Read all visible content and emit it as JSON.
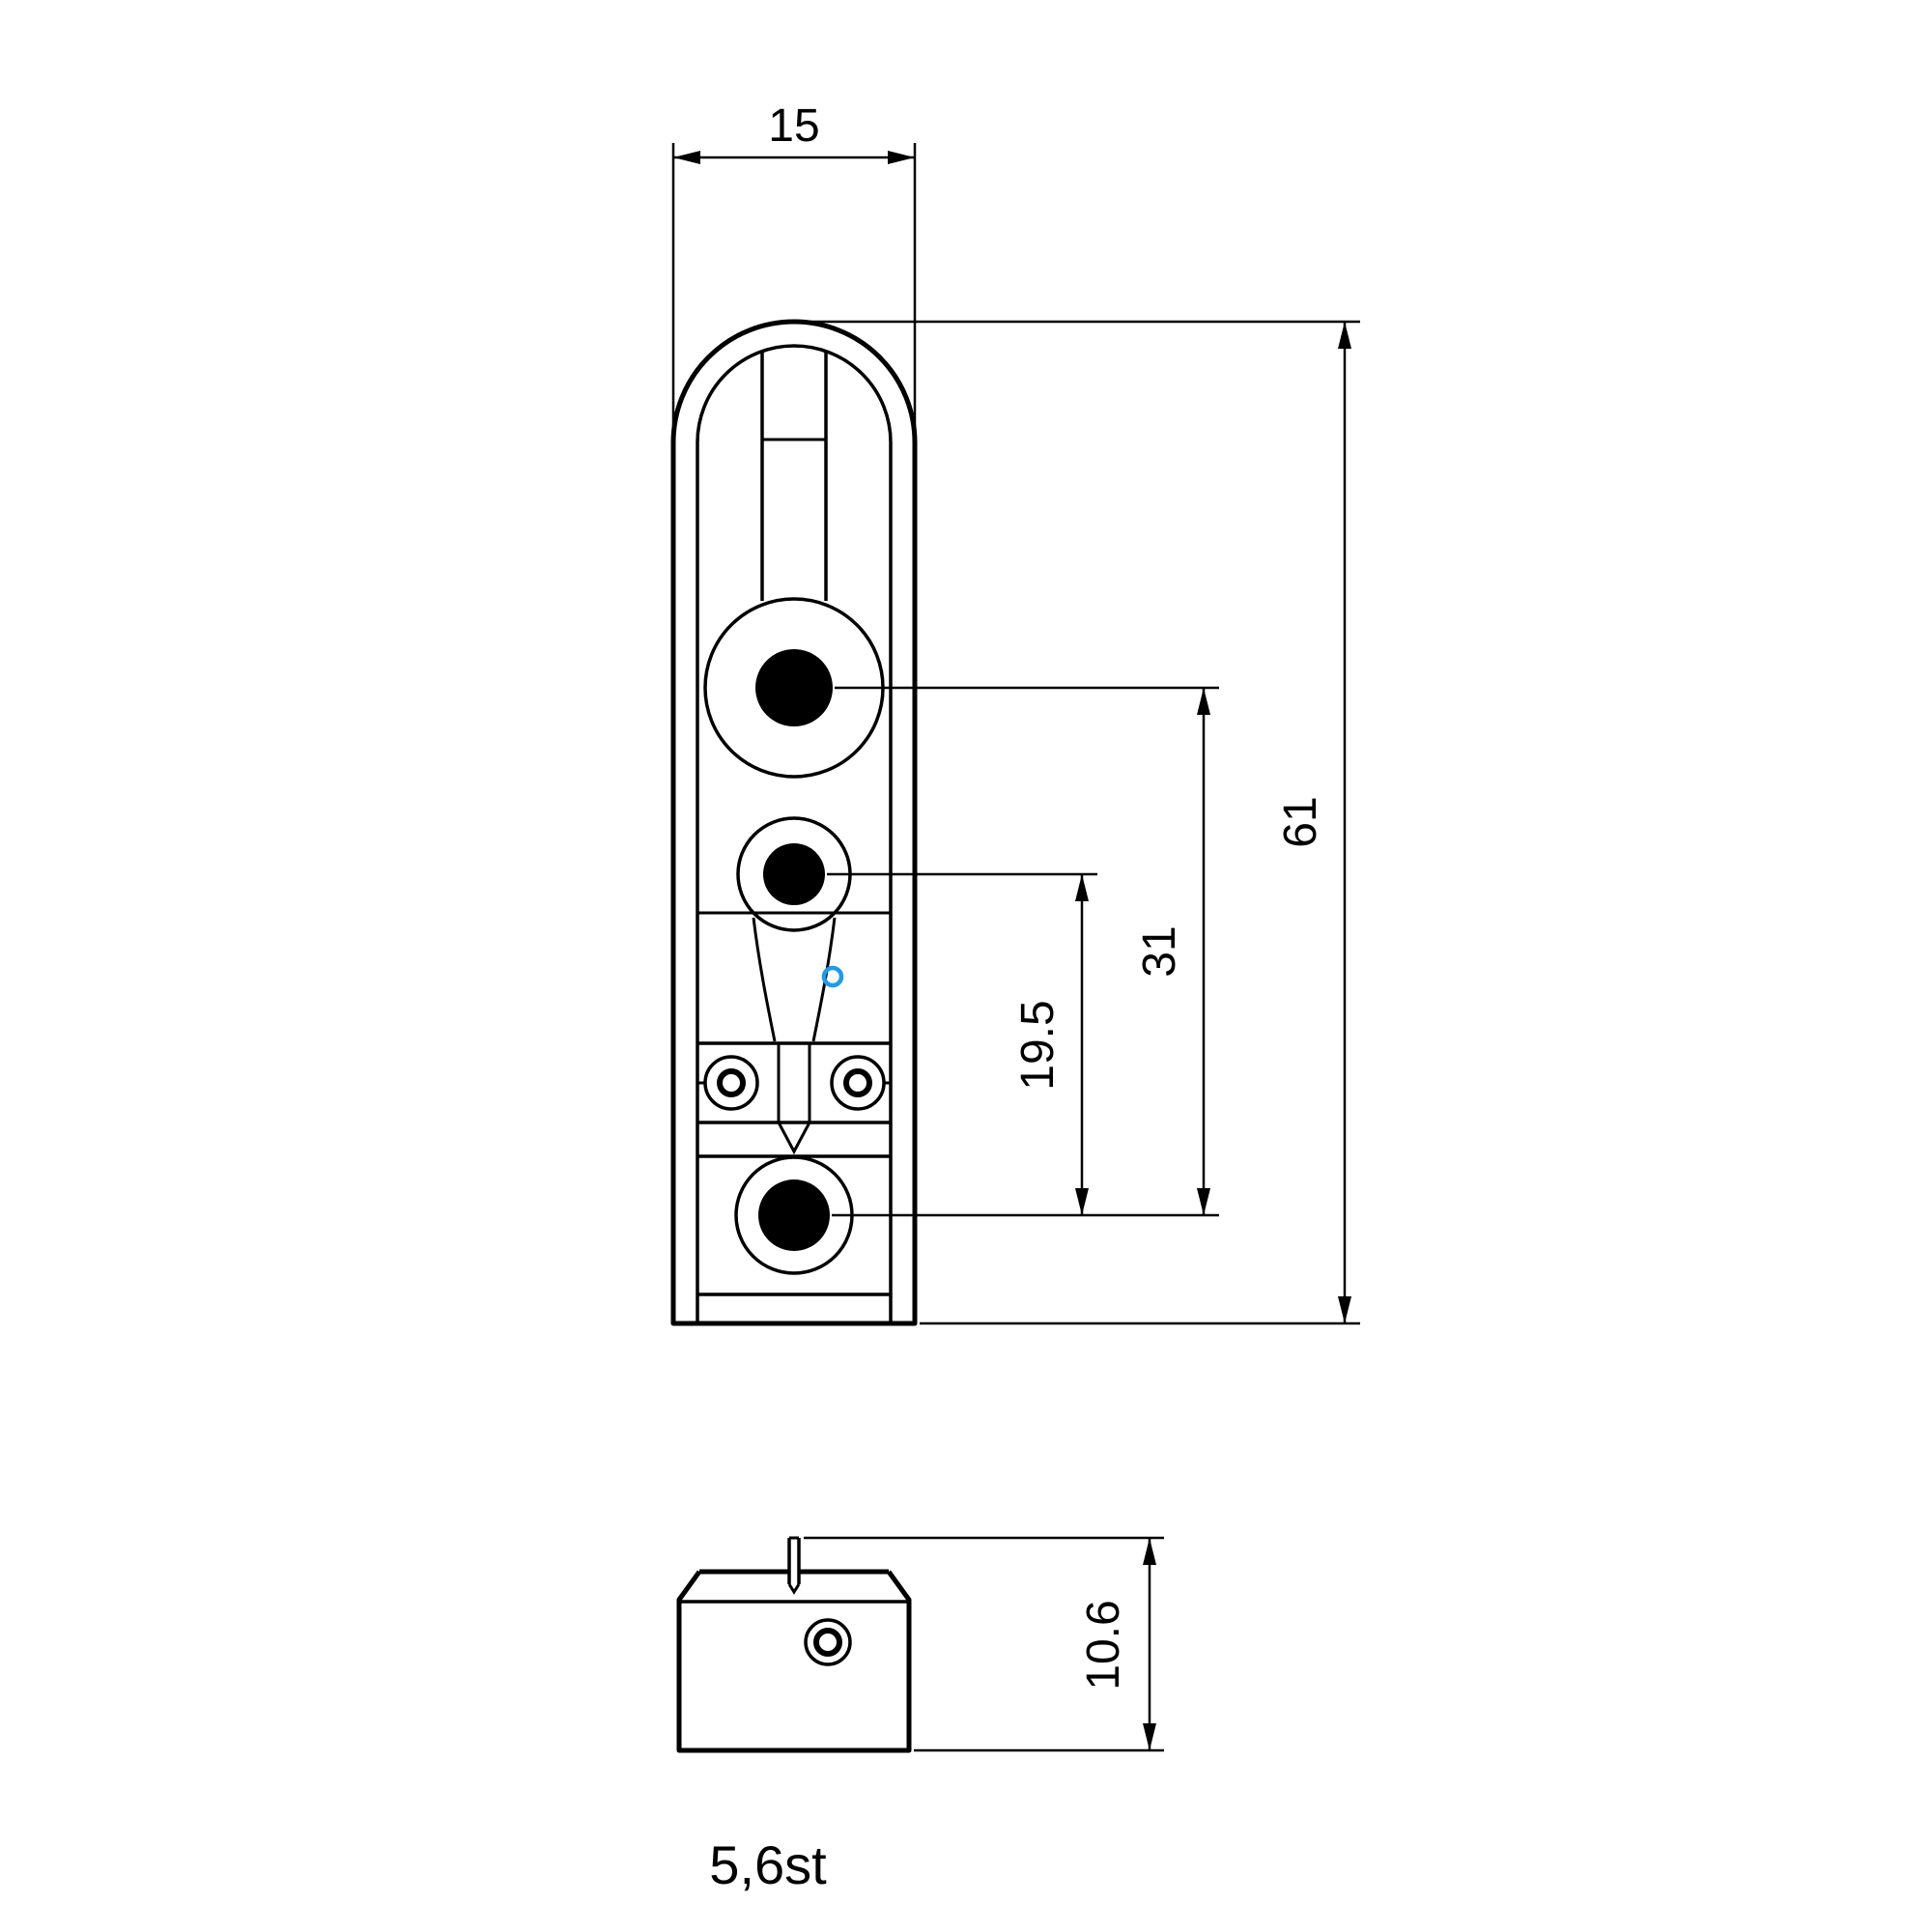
{
  "page": {
    "background": "#ffffff"
  },
  "drawing": {
    "caption": "5,6st",
    "dimensions": {
      "top_width": "15",
      "overall_height": "61",
      "hole_spacing_top_to_bottom": "31",
      "hole_spacing_mid_to_bottom": "19.5",
      "side_view_height": "10.6"
    },
    "colors": {
      "line": "#000000",
      "accent": "#1e9be9"
    }
  }
}
